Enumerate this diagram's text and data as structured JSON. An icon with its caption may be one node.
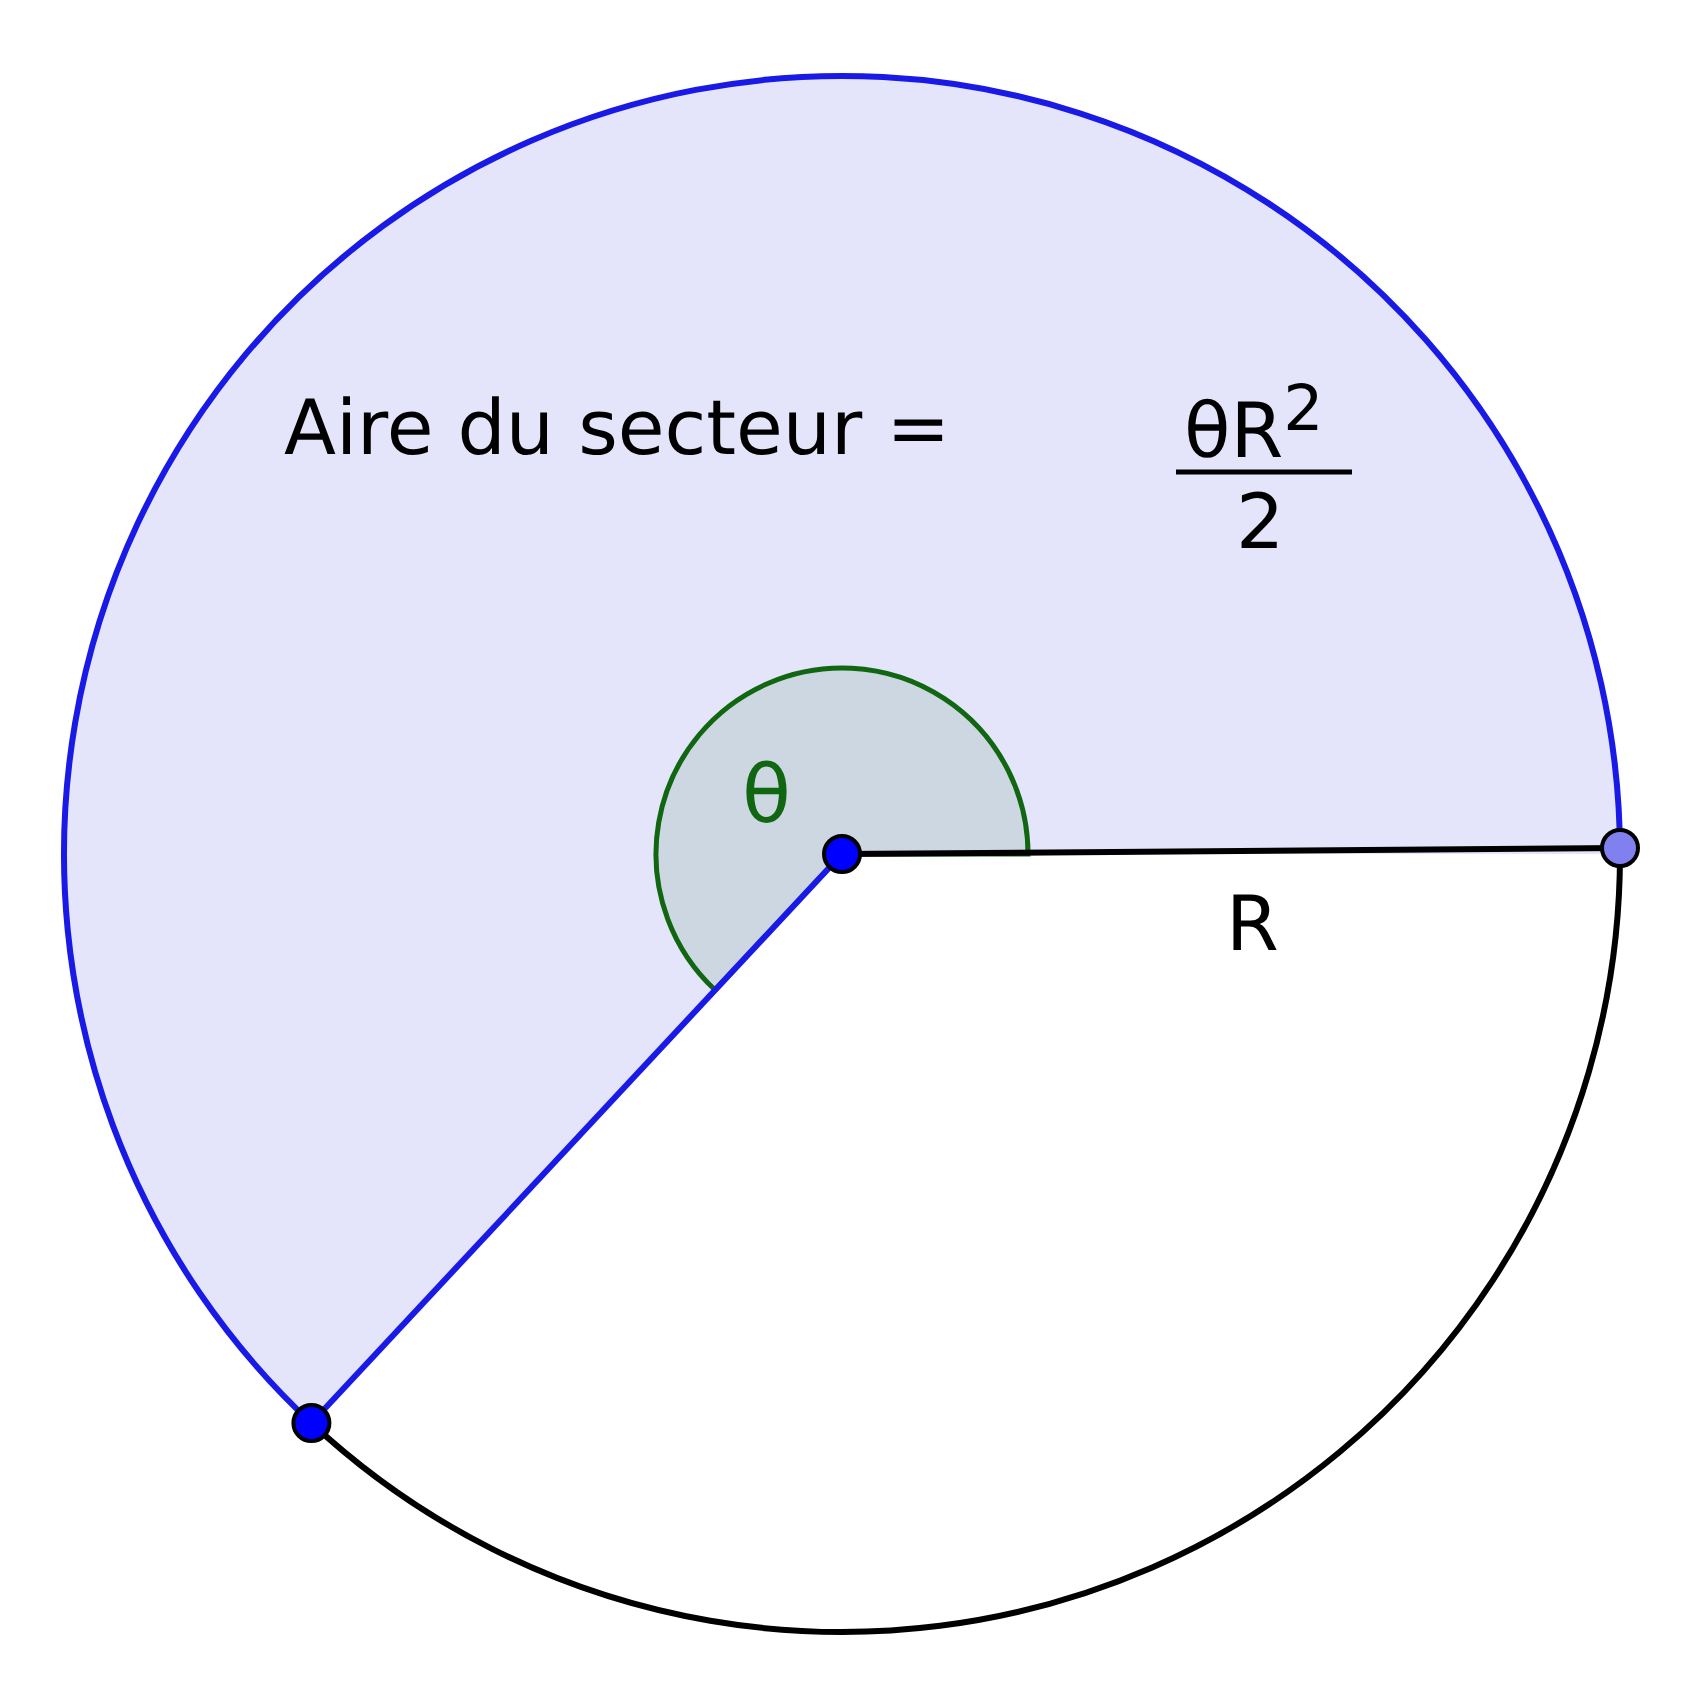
{
  "diagram": {
    "labels": [
      "Aire du secteur =",
      "θR$^{2}$",
      "2",
      "θ",
      "R"
    ]
  }
}
